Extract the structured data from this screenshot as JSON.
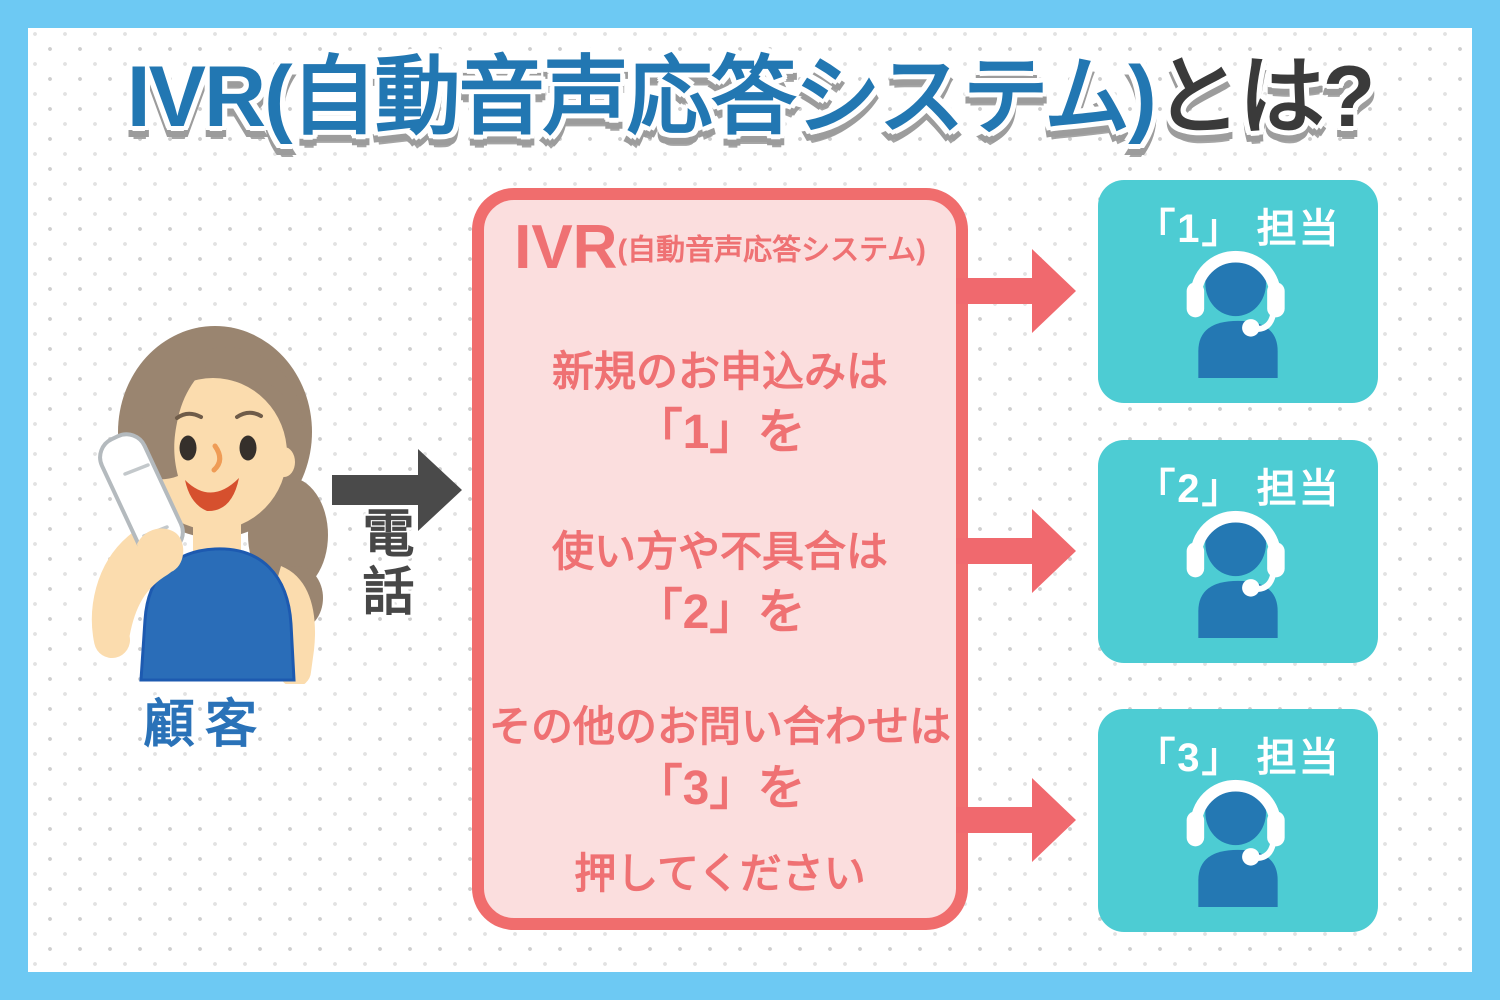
{
  "title": {
    "highlight": "IVR(自動音声応答システム)",
    "suffix": "とは?"
  },
  "customer": {
    "label": "顧客"
  },
  "phone_arrow": {
    "label": "電話"
  },
  "ivr_box": {
    "heading": "IVR",
    "heading_note": "(自動音声応答システム)",
    "options": [
      {
        "prompt": "新規のお申込みは",
        "key": "「1」を"
      },
      {
        "prompt": "使い方や不具合は",
        "key": "「2」を"
      },
      {
        "prompt": "その他のお問い合わせは",
        "key": "「3」を"
      }
    ],
    "footer": "押してください"
  },
  "agents": [
    {
      "label": "「1」 担当"
    },
    {
      "label": "「2」 担当"
    },
    {
      "label": "「3」 担当"
    }
  ],
  "colors": {
    "frame_blue": "#6dc9f3",
    "title_blue": "#2277b2",
    "title_dark": "#3a3a3a",
    "coral_border": "#f06d6d",
    "coral_text": "#ef7173",
    "coral_arrow": "#f0696e",
    "pink_bg": "#fbdede",
    "teal_box": "#4dccd3",
    "operator_blue": "#2478b3",
    "gray_arrow": "#4a4a4a",
    "customer_label_blue": "#2a72b8"
  }
}
